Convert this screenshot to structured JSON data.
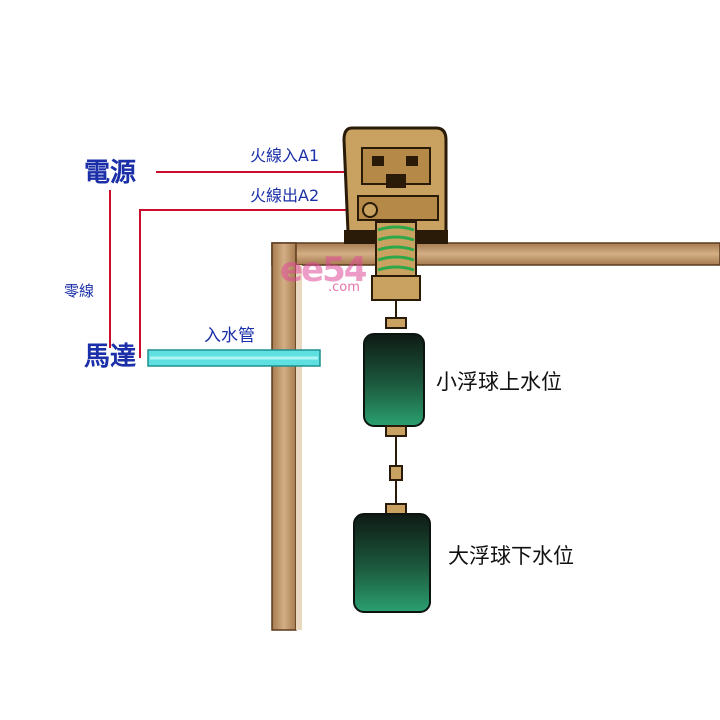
{
  "labels": {
    "power": "電源",
    "neutral": "零線",
    "motor": "馬達",
    "inlet_pipe": "入水管",
    "live_in": "火線入A1",
    "live_out": "火線出A2",
    "small_float": "小浮球上水位",
    "large_float": "大浮球下水位"
  },
  "watermark": {
    "main": "ee54",
    "sub": ".com"
  },
  "colors": {
    "wire": "#c8102e",
    "label_blue": "#1a2fa8",
    "pipe": "#5ee0e0",
    "tank_wood": "#b5885a",
    "tank_wood_light": "#d8b48a",
    "switch_body": "#c9a160",
    "float_green": "#1f6b4a"
  }
}
